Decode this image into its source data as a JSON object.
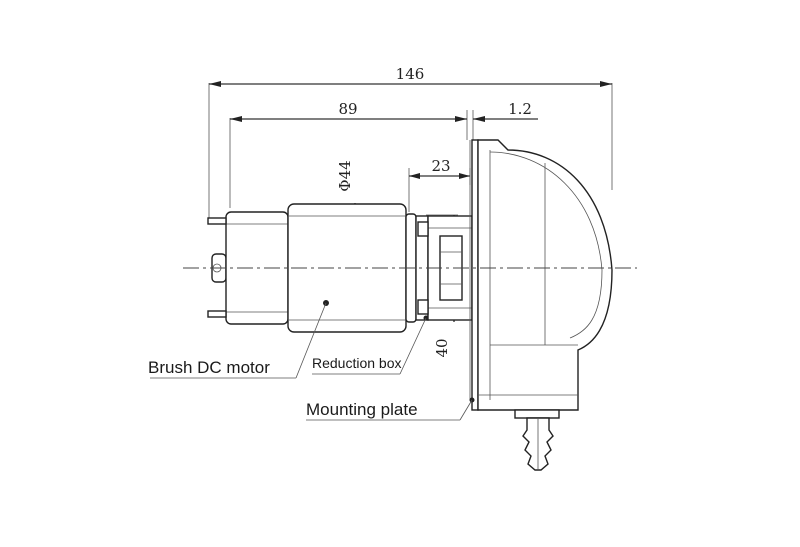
{
  "dimensions": {
    "overall_length": "146",
    "motor_length": "89",
    "plate_thickness": "1.2",
    "gearbox_length": "23",
    "motor_diameter": "Φ44",
    "gearbox_height": "40"
  },
  "labels": {
    "motor": "Brush DC motor",
    "reduction_box": "Reduction box",
    "mounting_plate": "Mounting plate"
  }
}
